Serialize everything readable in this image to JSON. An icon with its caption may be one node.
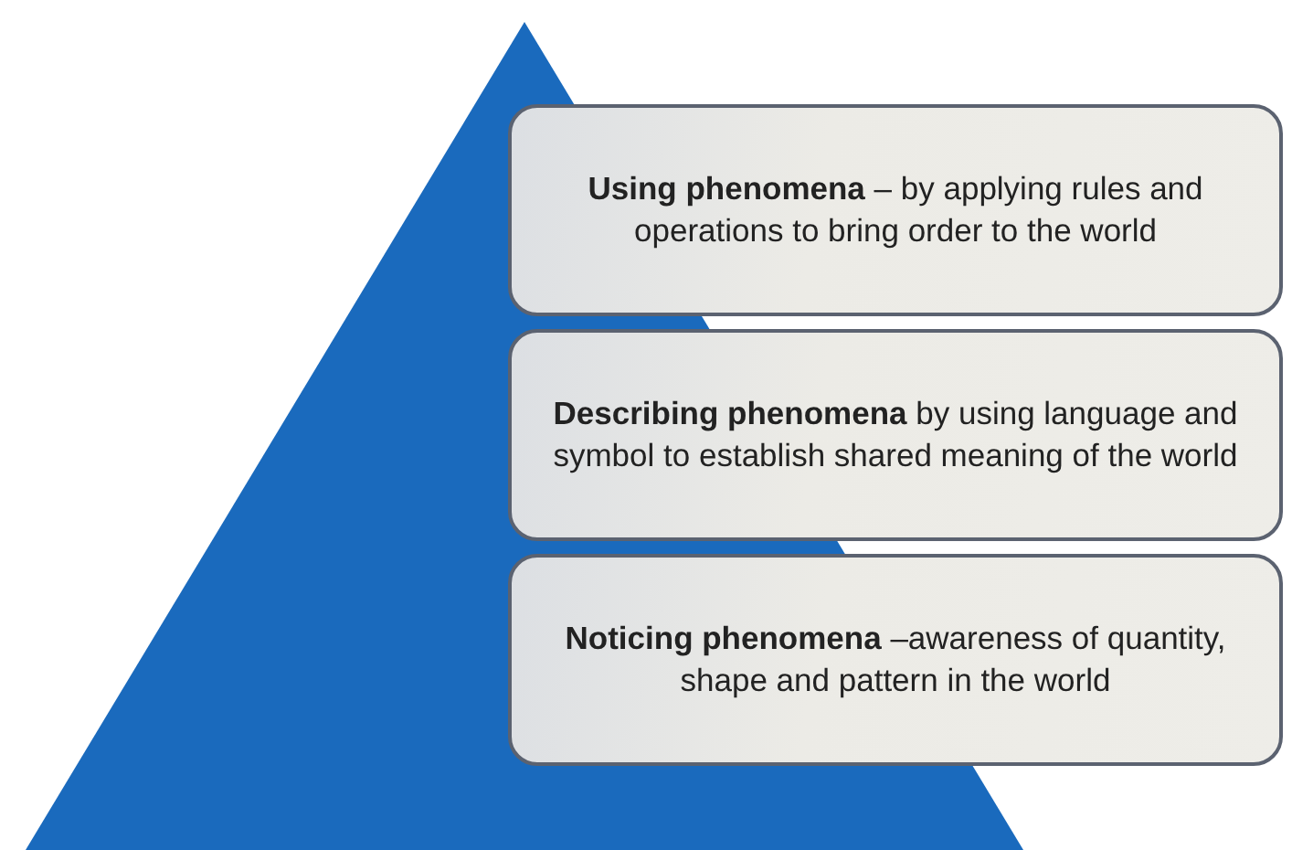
{
  "diagram": {
    "nodes": [
      {
        "text": [
          "**Using phenomena** – by applying rules and operations to bring order to the world"
        ]
      },
      {
        "text": [
          "**Describing phenomena** by using language and symbol to establish shared meaning of the world"
        ]
      },
      {
        "text": [
          "**Noticing phenomena** –awareness of quantity, shape and pattern in the world"
        ]
      }
    ]
  }
}
